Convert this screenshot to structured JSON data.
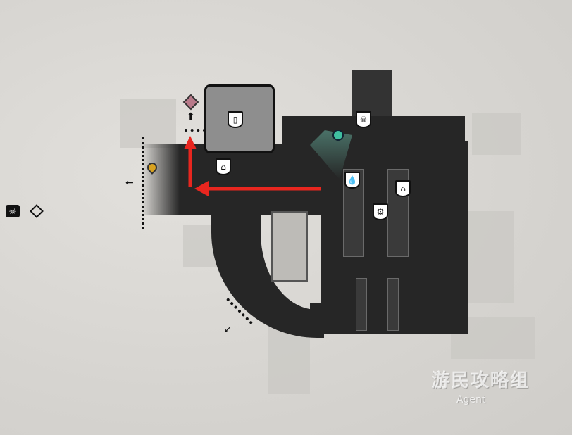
{
  "map": {
    "markers": [
      {
        "name": "hideout-marker",
        "icon": "door-icon"
      },
      {
        "name": "shop-marker",
        "icon": "shop-icon"
      },
      {
        "name": "enemy-marker",
        "icon": "skull-icon"
      },
      {
        "name": "water-marker",
        "icon": "water-drop-icon"
      },
      {
        "name": "vendor-marker",
        "icon": "shop-icon"
      },
      {
        "name": "crafting-marker",
        "icon": "gear-icon"
      }
    ],
    "route_color": "#e8261f",
    "objective_color": "#d9a21f",
    "agent_color": "#3fbfa0"
  },
  "watermark": {
    "main": "游民攻略组",
    "sub": "Agent"
  }
}
